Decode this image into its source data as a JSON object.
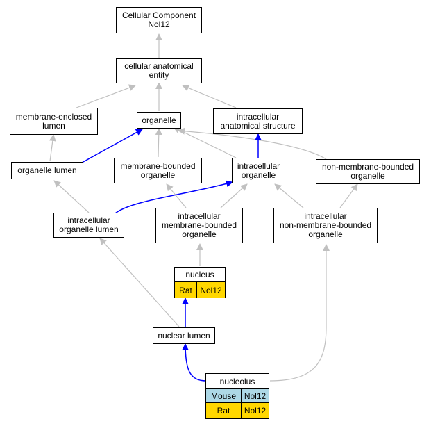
{
  "diagram": {
    "colors": {
      "gray_edge": "#c0c0c0",
      "blue_edge": "#0000ff",
      "rat": "#ffd700",
      "mouse": "#add8e6"
    },
    "nodes": {
      "root": "Cellular Component\nNol12",
      "cae": "cellular anatomical\nentity",
      "mel": "membrane-enclosed\nlumen",
      "organelle": "organelle",
      "ias": "intracellular\nanatomical structure",
      "ol": "organelle lumen",
      "mbo": "membrane-bounded\norganelle",
      "io": "intracellular\norganelle",
      "nmbo": "non-membrane-bounded\norganelle",
      "iol": "intracellular\norganelle lumen",
      "imbo": "intracellular\nmembrane-bounded\norganelle",
      "inmbo": "intracellular\nnon-membrane-bounded\norganelle",
      "nuclear_lumen": "nuclear lumen"
    },
    "nucleus": {
      "title": "nucleus",
      "rows": [
        {
          "species": "Rat",
          "gene": "Nol12"
        }
      ]
    },
    "nucleolus": {
      "title": "nucleolus",
      "rows": [
        {
          "species": "Mouse",
          "gene": "Nol12"
        },
        {
          "species": "Rat",
          "gene": "Nol12"
        }
      ]
    }
  }
}
